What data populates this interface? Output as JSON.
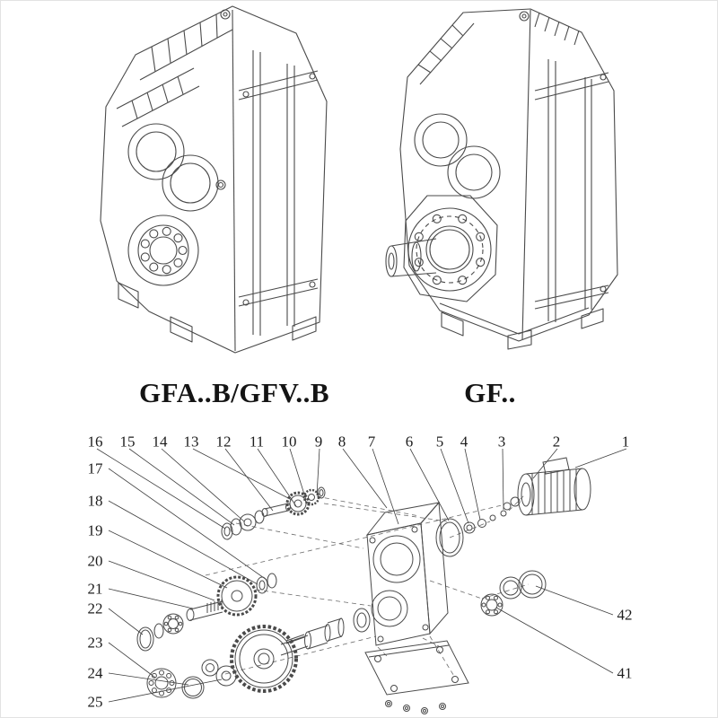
{
  "page": {
    "background": "#ffffff",
    "line_color": "#4a4a4a"
  },
  "models": {
    "left": "GFA..B/GFV..B",
    "right": "GF.."
  },
  "drawings": {
    "left_icon": "gearbox-isometric-hollow-shaft-drawing",
    "right_icon": "gearbox-isometric-solid-shaft-drawing",
    "bottom_icon": "exploded-parts-assembly-drawing"
  },
  "exploded_view": {
    "callouts": {
      "top": [
        "16",
        "15",
        "14",
        "13",
        "12",
        "11",
        "10",
        "9",
        "8",
        "7",
        "6",
        "5",
        "4",
        "3",
        "2",
        "1"
      ],
      "left": [
        "17",
        "18",
        "19",
        "20",
        "21",
        "22",
        "23",
        "24",
        "25"
      ],
      "right": [
        "42",
        "41"
      ]
    }
  }
}
